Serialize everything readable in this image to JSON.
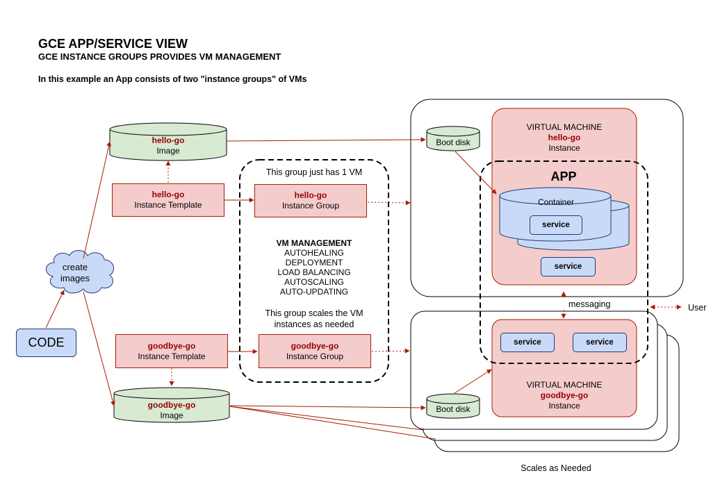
{
  "header": {
    "title": "GCE APP/SERVICE VIEW",
    "subtitle": "GCE INSTANCE GROUPS PROVIDES VM MANAGEMENT",
    "description": "In this example an App consists of two \"instance groups\" of VMs"
  },
  "code": {
    "label": "CODE"
  },
  "cloud": {
    "line1": "create",
    "line2": "images"
  },
  "hello": {
    "image": {
      "name": "hello-go",
      "type": "Image"
    },
    "template": {
      "name": "hello-go",
      "type": "Instance Template"
    },
    "group": {
      "name": "hello-go",
      "type": "Instance Group"
    },
    "boot_disk": "Boot disk",
    "vm": {
      "kind": "VIRTUAL MACHINE",
      "name": "hello-go",
      "type": "Instance"
    }
  },
  "goodbye": {
    "image": {
      "name": "goodbye-go",
      "type": "Image"
    },
    "template": {
      "name": "goodbye-go",
      "type": "Instance Template"
    },
    "group": {
      "name": "goodbye-go",
      "type": "Instance Group"
    },
    "boot_disk": "Boot disk",
    "vm": {
      "kind": "VIRTUAL MACHINE",
      "name": "goodbye-go",
      "type": "Instance"
    }
  },
  "group_box": {
    "note_top": "This group just has 1 VM",
    "mgmt_title": "VM MANAGEMENT",
    "mgmt_items": [
      "AUTOHEALING",
      "DEPLOYMENT",
      "LOAD BALANCING",
      "AUTOSCALING",
      "AUTO-UPDATING"
    ],
    "note_bottom_1": "This group scales the VM",
    "note_bottom_2": "instances as needed"
  },
  "app": {
    "label": "APP",
    "container": "Container",
    "services": [
      "service",
      "service",
      "service",
      "service"
    ]
  },
  "messaging": "messaging",
  "user": "User",
  "scales": "Scales as Needed",
  "colors": {
    "arrow": "#a61c00",
    "pink_fill": "#f4cccc",
    "green_fill": "#d9ead3",
    "blue_fill": "#c9daf8",
    "name_red": "#980000"
  }
}
